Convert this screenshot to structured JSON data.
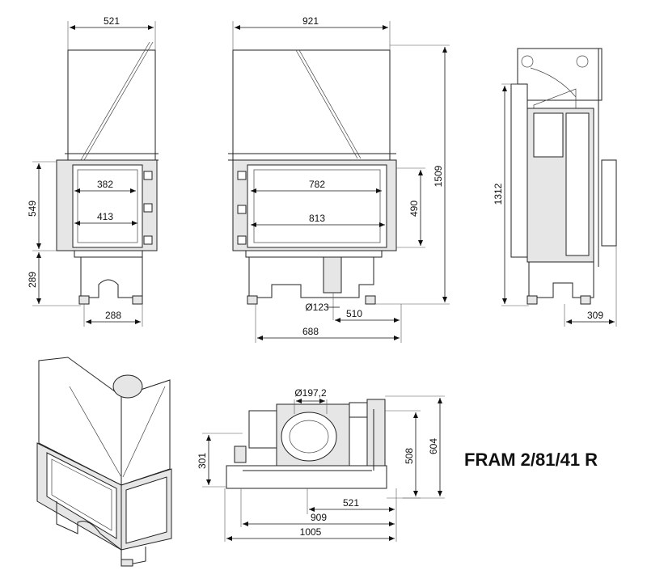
{
  "title": "FRAM 2/81/41 R",
  "front_view": {
    "top_width": "521",
    "door_height": "549",
    "base_height": "289",
    "inner_width_top": "382",
    "inner_width_bottom": "413",
    "leg_width": "288"
  },
  "side_view": {
    "top_width": "921",
    "glass_width": "782",
    "glass_width_outer": "813",
    "glass_height": "490",
    "total_height": "1509",
    "flue_diameter": "Ø123",
    "flue_offset": "510",
    "base_width": "688"
  },
  "profile_view": {
    "height": "1312",
    "depth": "309"
  },
  "top_view": {
    "flue_diameter": "Ø197,2",
    "depth_left": "301",
    "depth_right_inner": "508",
    "depth_right_outer": "604",
    "width_short": "521",
    "width_mid": "909",
    "width_total": "1005"
  }
}
